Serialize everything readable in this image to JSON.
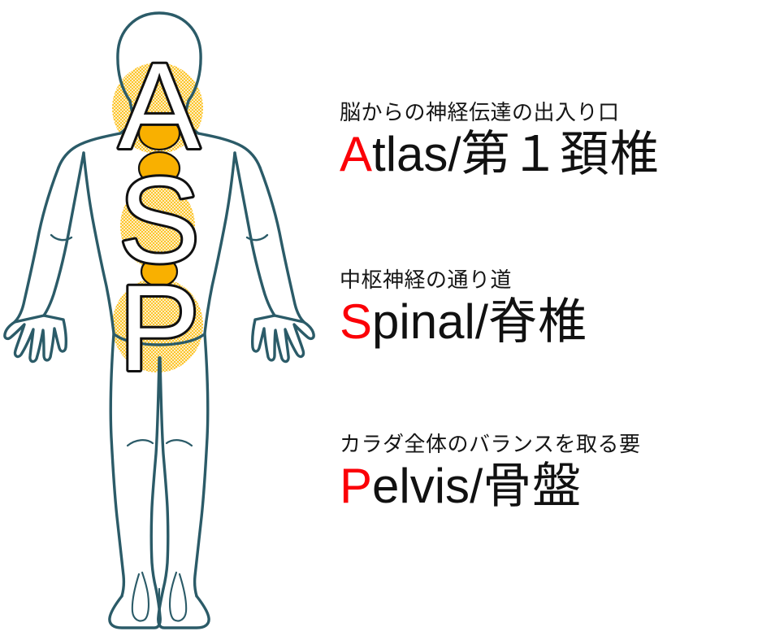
{
  "page": {
    "title": "ASP — Atlas / Spinal / Pelvis",
    "background_color": "#ffffff"
  },
  "palette": {
    "body_outline": "#2b5b68",
    "halftone_yellow": "#fcc52c",
    "disc_orange": "#f9b000",
    "letter_fill": "#ffffff",
    "letter_stroke": "#111111",
    "accent_red": "#fb0007",
    "text_black": "#151515"
  },
  "illustration": {
    "description": "human-figure-rear-view-line-drawing",
    "spine_markers": [
      {
        "letter": "A",
        "region": "atlas",
        "highlight": "halftone-circle"
      },
      {
        "letter": "S",
        "region": "spinal",
        "highlight": "halftone-circle"
      },
      {
        "letter": "P",
        "region": "pelvis",
        "highlight": "halftone-circle"
      }
    ],
    "discs": [
      "vertebra-disc-1",
      "vertebra-disc-2",
      "vertebra-disc-3"
    ]
  },
  "blocks": [
    {
      "caption": "脳からの神経伝達の出入り口",
      "initial": "A",
      "rest": "tlas",
      "slash": "/",
      "japanese": "第１頚椎"
    },
    {
      "caption": "中枢神経の通り道",
      "initial": "S",
      "rest": "pinal",
      "slash": "/",
      "japanese": "脊椎"
    },
    {
      "caption": "カラダ全体のバランスを取る要",
      "initial": "P",
      "rest": "elvis",
      "slash": "/",
      "japanese": "骨盤"
    }
  ]
}
